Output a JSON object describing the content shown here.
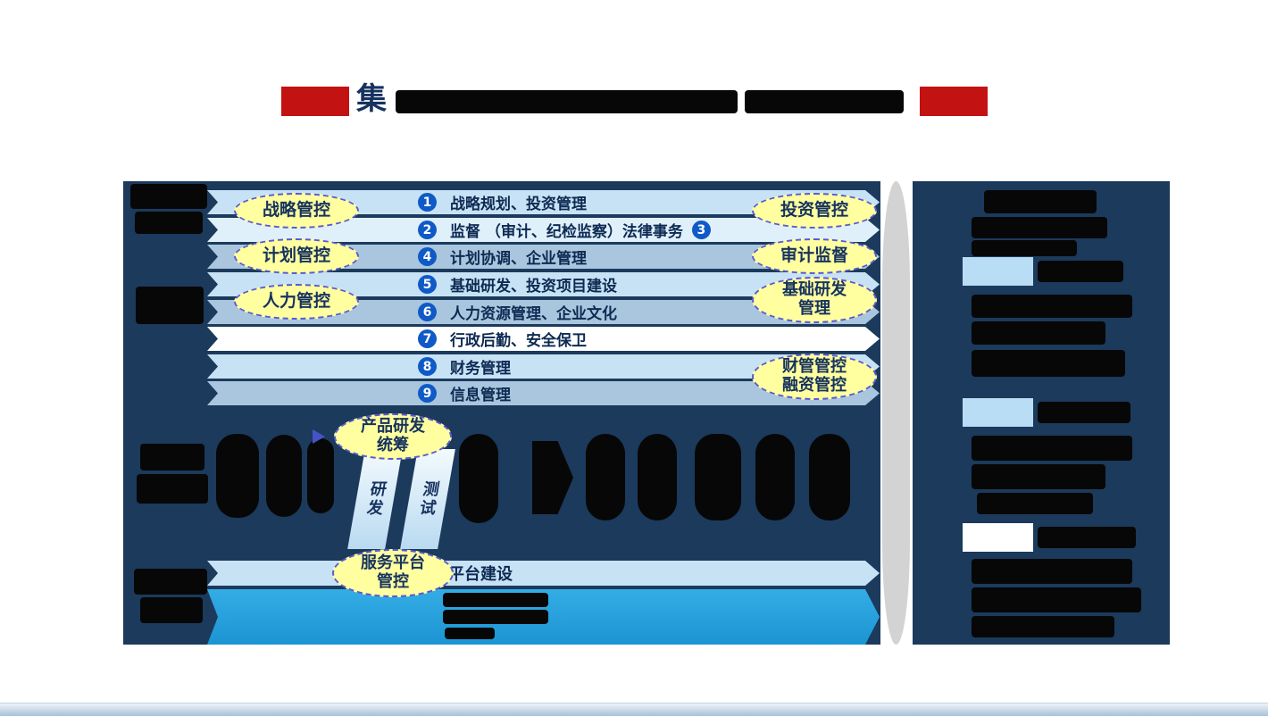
{
  "title": {
    "prefix": "集"
  },
  "colors": {
    "accent_red": "#c31212",
    "panel_navy": "#1b3a5c",
    "band_light_blue": "#c8e2f5",
    "band_pale_blue": "#dff0fb",
    "band_steel_blue": "#a9c6de",
    "band_white": "#ffffff",
    "cyan_band": "#2aa9e4",
    "oval_yellow": "#ffffa0",
    "oval_dash_border": "#5a5ad2",
    "number_badge_blue": "#0f5ac6",
    "text_navy": "#0d2a52"
  },
  "top": {
    "left_ovals": [
      "战略管控",
      "计划管控",
      "人力管控"
    ],
    "rows": [
      {
        "num": "1",
        "text": "战略规划、投资管理"
      },
      {
        "num": "2",
        "text": "监督 （审计、纪检监察）法律事务",
        "num2": "3"
      },
      {
        "num": "4",
        "text": "计划协调、企业管理"
      },
      {
        "num": "5",
        "text": "基础研发、投资项目建设"
      },
      {
        "num": "6",
        "text": "人力资源管理、企业文化"
      },
      {
        "num": "7",
        "text": "行政后勤、安全保卫"
      },
      {
        "num": "8",
        "text": "财务管理"
      },
      {
        "num": "9",
        "text": "信息管理"
      }
    ],
    "right_ovals": [
      {
        "line1": "投资管控"
      },
      {
        "line1": "审计监督"
      },
      {
        "line1": "基础研发",
        "line2": "管理"
      },
      {
        "line1": "财管管控",
        "line2": "融资管控"
      }
    ]
  },
  "middle": {
    "oval": {
      "line1": "产品研发",
      "line2": "统筹"
    },
    "ribbons": [
      "研发",
      "测试"
    ]
  },
  "bottom": {
    "oval": {
      "line1": "服务平台",
      "line2": "管控"
    },
    "platform_band_text": "平台建设"
  }
}
